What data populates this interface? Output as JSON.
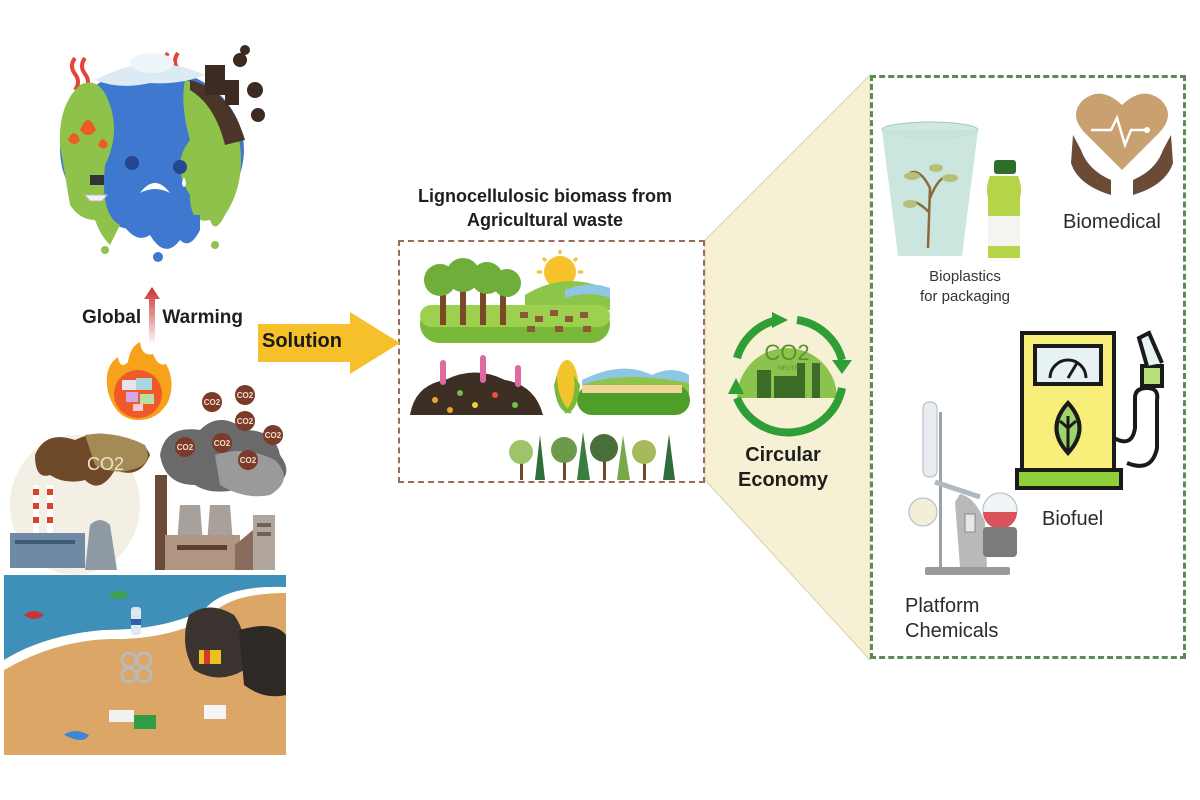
{
  "problem": {
    "global_warming_label": "Global Warming",
    "earth_icon": "melting-earth-icon",
    "burning_waste_icon": "burning-waste-icon",
    "pollution_icon": "factory-pollution-icon",
    "co2_label": "CO2",
    "co2_bubble_label": "CO2",
    "beach_icon": "polluted-beach-icon"
  },
  "solution": {
    "arrow_label": "Solution",
    "arrow_color": "#f6c02b"
  },
  "biomass": {
    "title_line1": "Lignocellulosic biomass from",
    "title_line2": "Agricultural waste",
    "border_color": "#9c6a5a",
    "items": [
      "deforested-land-icon",
      "compost-icon",
      "corn-field-icon",
      "forest-icon"
    ]
  },
  "circular_economy": {
    "label_line1": "Circular",
    "label_line2": "Economy",
    "badge_title": "CO2",
    "badge_subtitle": "NEUTRAL",
    "arrow_color": "#2e9e35",
    "panel_color": "#f6f1d4"
  },
  "products": {
    "border_color": "#5a8a55",
    "bioplastics": {
      "line1": "Bioplastics",
      "line2": "for packaging"
    },
    "biomedical": {
      "label": "Biomedical"
    },
    "biofuel": {
      "label": "Biofuel"
    },
    "platform_chemicals": {
      "line1": "Platform",
      "line2": "Chemicals"
    }
  }
}
